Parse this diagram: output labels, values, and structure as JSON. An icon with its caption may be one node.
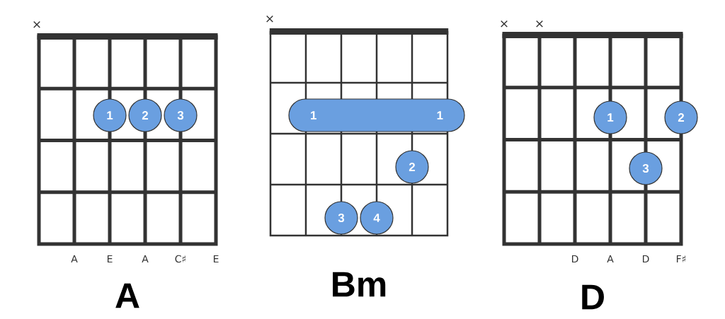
{
  "diagram": {
    "nodes": [
      {
        "text": [
          "A"
        ]
      },
      {
        "text": [
          "1"
        ],
        "in": 0
      },
      {
        "text": [
          "2"
        ],
        "in": 0
      },
      {
        "text": [
          "3"
        ],
        "in": 0
      },
      {
        "text": [
          "Bm"
        ]
      },
      {
        "text": [
          "1",
          "1"
        ],
        "in": 4
      },
      {
        "text": [
          "2"
        ],
        "in": 4
      },
      {
        "text": [
          "3"
        ],
        "in": 4
      },
      {
        "text": [
          "4"
        ],
        "in": 4
      },
      {
        "text": [
          "D"
        ]
      },
      {
        "text": [
          "1"
        ],
        "in": 9
      },
      {
        "text": [
          "2"
        ]
      },
      {
        "text": [
          "3"
        ],
        "in": 9
      }
    ],
    "labels": [
      "×",
      "A",
      "E",
      "A",
      "C♯",
      "E",
      "×",
      "×",
      "×",
      "D",
      "A",
      "D",
      "F♯"
    ]
  }
}
